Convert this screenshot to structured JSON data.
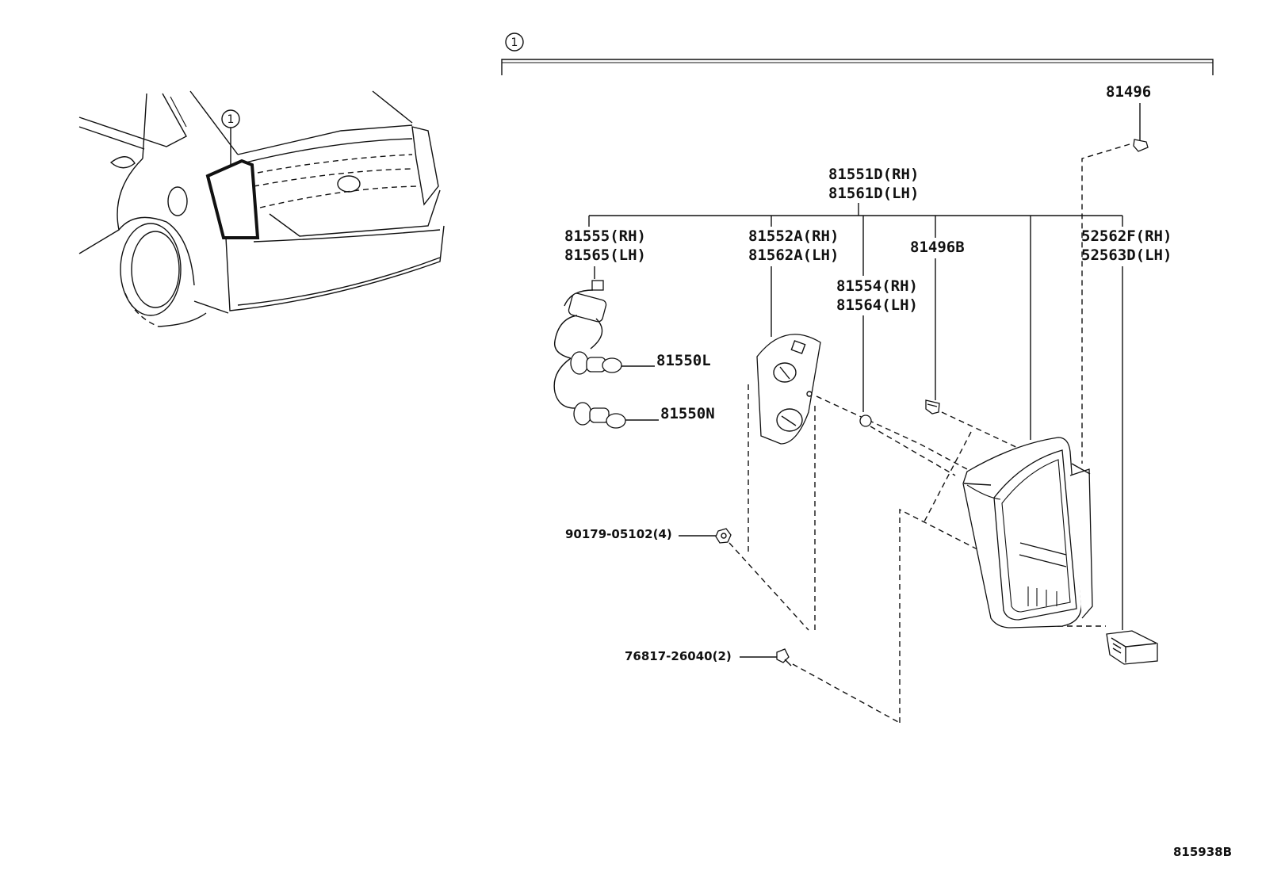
{
  "callout": "1",
  "labels": {
    "p81496": "81496",
    "p81551": "81551D(RH)",
    "p81561": "81561D(LH)",
    "p81555": "81555(RH)",
    "p81565": "81565(LH)",
    "p81552": "81552A(RH)",
    "p81562": "81562A(LH)",
    "p81496b": "81496B",
    "p52562": "52562F(RH)",
    "p52563": "52563D(LH)",
    "p81554": "81554(RH)",
    "p81564": "81564(LH)",
    "p81550l": "81550L",
    "p81550n": "81550N",
    "p90179": "90179-05102(4)",
    "p76817": "76817-26040(2)"
  },
  "diagram_id": "815938B"
}
